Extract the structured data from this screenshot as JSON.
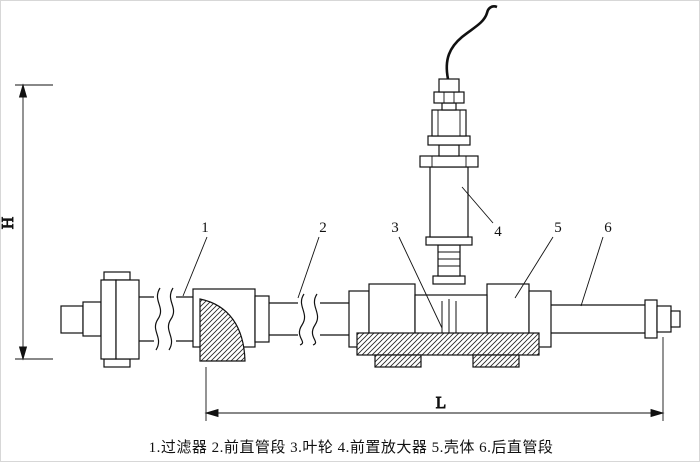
{
  "diagram": {
    "title_hint": "turbine-flowmeter-installation-drawing",
    "dimension_h": "H",
    "dimension_l": "L",
    "callouts": [
      {
        "number": "1",
        "name": "过滤器"
      },
      {
        "number": "2",
        "name": "前直管段"
      },
      {
        "number": "3",
        "name": "叶轮"
      },
      {
        "number": "4",
        "name": "前置放大器"
      },
      {
        "number": "5",
        "name": "壳体"
      },
      {
        "number": "6",
        "name": "后直管段"
      }
    ],
    "caption": "1.过滤器 2.前直管段 3.叶轮 4.前置放大器 5.壳体 6.后直管段",
    "line_color": "#111111",
    "background_color": "#ffffff"
  }
}
